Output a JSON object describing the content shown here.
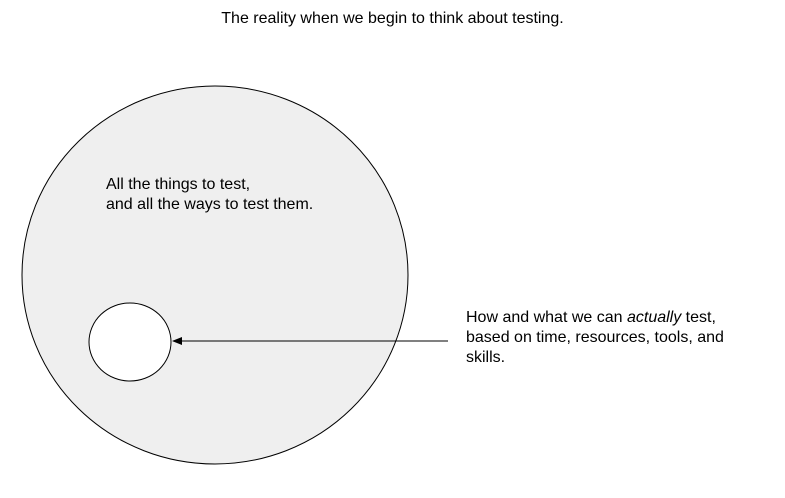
{
  "title": "The reality when we begin to think about testing.",
  "big_circle_label": {
    "line1": "All the things to test,",
    "line2": "and all the ways to test them."
  },
  "small_circle_label": {
    "line1_before": "How and what we can ",
    "line1_emphasis": "actually",
    "line1_after": " test,",
    "line2": "based on time, resources, tools, and",
    "line3": "skills."
  },
  "colors": {
    "big_circle_fill": "#efefef",
    "small_circle_fill": "#ffffff",
    "stroke": "#000000"
  }
}
